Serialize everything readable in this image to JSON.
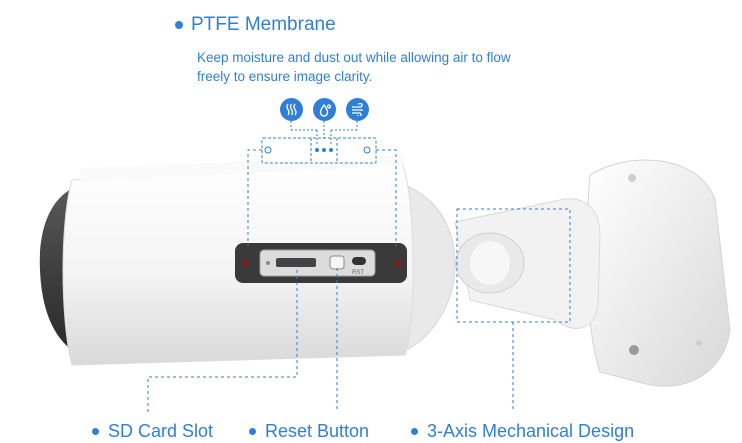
{
  "header": {
    "title": "PTFE Membrane",
    "description_line1": "Keep moisture and dust out while allowing air to flow",
    "description_line2": "freely to ensure image clarity."
  },
  "membrane_icons": [
    "heat-waves-icon",
    "water-drop-icon",
    "airflow-icon"
  ],
  "reset_text": "RST",
  "features": [
    {
      "label": "SD Card Slot"
    },
    {
      "label": "Reset Button"
    },
    {
      "label": "3-Axis Mechanical Design"
    }
  ],
  "colors": {
    "accent": "#2f7fd8",
    "camera_body": "#f3f3f3",
    "panel_dark": "#3a3a3a"
  }
}
